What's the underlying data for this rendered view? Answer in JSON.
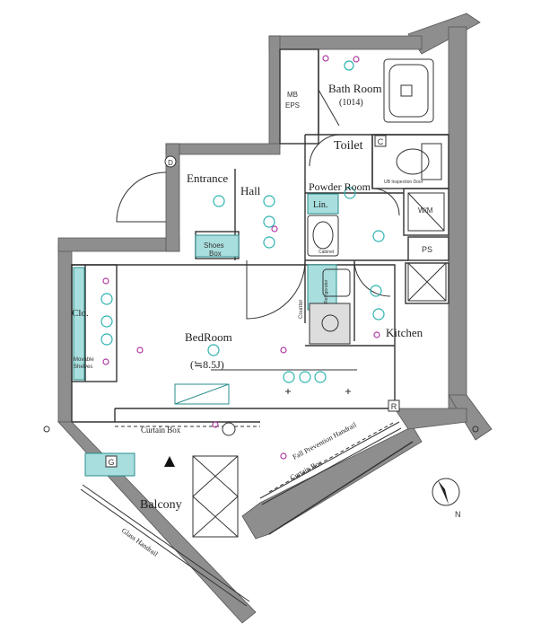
{
  "rooms": {
    "bath": "Bath Room",
    "bath_sub": "(1014)",
    "toilet": "Toilet",
    "entrance": "Entrance",
    "hall": "Hall",
    "powder": "Powder Room",
    "linen": "Lin.",
    "bedroom": "BedRoom",
    "bedroom_size": "(≒8.5J)",
    "kitchen": "Kitchen",
    "balcony": "Balcony",
    "closet": "Clo.",
    "shoes_box_1": "Shoes",
    "shoes_box_2": "Box",
    "movable_shelves_1": "Movable",
    "movable_shelves_2": "Shelves",
    "wm": "W/M",
    "ps": "PS",
    "mb": "MB",
    "eps": "EPS",
    "cabinet": "Cabinet",
    "counter": "Counter",
    "refrigerator": "Refrigerator"
  },
  "labels": {
    "curtain_box_1": "Curtain Box",
    "curtain_box_2": "Curtain Box",
    "fall_prevention": "Fall Prevention Handrail",
    "glass_handrail": "Glass Handrail",
    "inspection_door": "UB Inspection Door"
  },
  "symbols": {
    "c_mark": "C",
    "r_mark": "R",
    "g_mark": "G",
    "d_mark": "D",
    "north": "N"
  },
  "colors": {
    "wall": "#8c8c8c",
    "line": "#333333",
    "cyan": "#2bb3b1",
    "magenta": "#b03aa0",
    "fixture_fill": "#a9dede"
  }
}
